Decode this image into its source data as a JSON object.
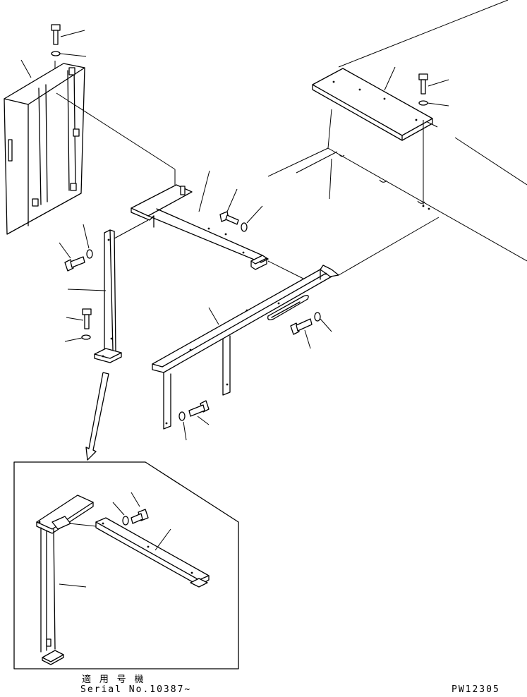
{
  "drawing_code": "PW12305",
  "inset_caption": {
    "line1": "適 用 号 機",
    "line2": "Serial No.10387~"
  }
}
